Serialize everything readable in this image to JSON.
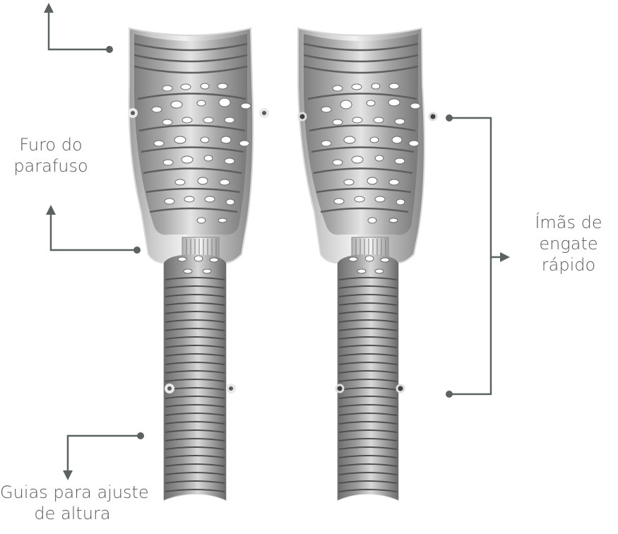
{
  "callouts": {
    "screw_hole": {
      "lines": [
        "Furo do",
        "parafuso"
      ]
    },
    "magnets": {
      "lines": [
        "Ímãs de",
        "engate",
        "rápido"
      ]
    },
    "height_guides": {
      "lines": [
        "Guias para ajuste",
        "de altura"
      ]
    }
  },
  "colors": {
    "callout_line": "#5b6361",
    "label_text": "#555b5a",
    "shell_light": "#e9e9e9",
    "shell_mid": "#a9a9a9",
    "shell_dark": "#6f6f6f",
    "magnet": "#4a4a4a"
  }
}
